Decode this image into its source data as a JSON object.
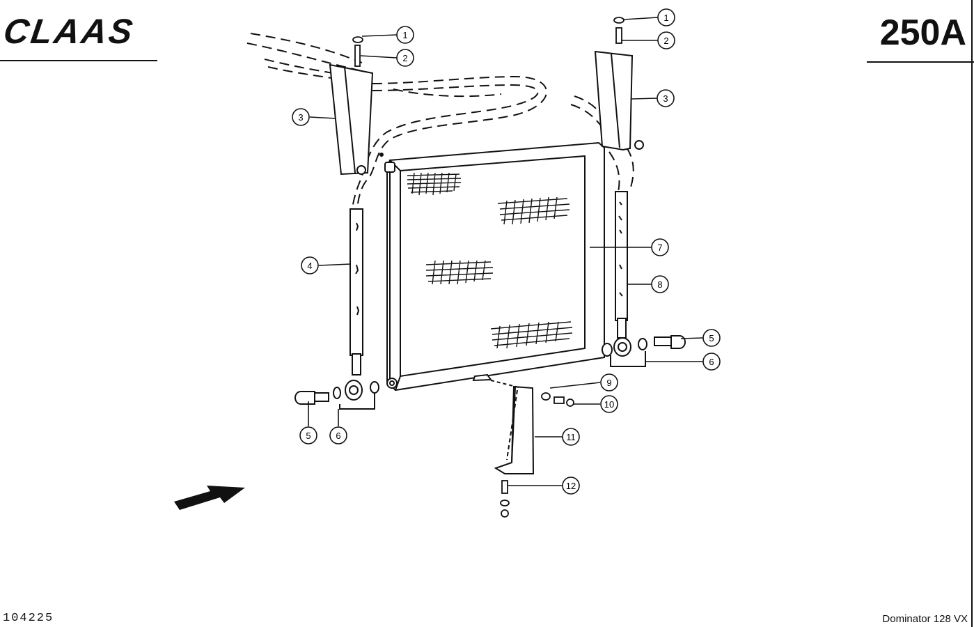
{
  "header": {
    "brand_logo": "CLAAS",
    "page_number": "250A"
  },
  "footer": {
    "document_number": "104225",
    "model": "Dominator 128 VX"
  },
  "callouts": [
    {
      "id": "c1-left",
      "label": "1"
    },
    {
      "id": "c2-left",
      "label": "2"
    },
    {
      "id": "c3-left",
      "label": "3"
    },
    {
      "id": "c1-right",
      "label": "1"
    },
    {
      "id": "c2-right",
      "label": "2"
    },
    {
      "id": "c3-right",
      "label": "3"
    },
    {
      "id": "c4",
      "label": "4"
    },
    {
      "id": "c7",
      "label": "7"
    },
    {
      "id": "c8",
      "label": "8"
    },
    {
      "id": "c5-right",
      "label": "5"
    },
    {
      "id": "c6-right",
      "label": "6"
    },
    {
      "id": "c9",
      "label": "9"
    },
    {
      "id": "c10",
      "label": "10"
    },
    {
      "id": "c11",
      "label": "11"
    },
    {
      "id": "c12",
      "label": "12"
    },
    {
      "id": "c5-left",
      "label": "5"
    },
    {
      "id": "c6-left",
      "label": "6"
    }
  ],
  "colors": {
    "ink": "#111111",
    "paper": "#ffffff"
  },
  "icons": {
    "direction_arrow": "arrow-right-icon"
  }
}
